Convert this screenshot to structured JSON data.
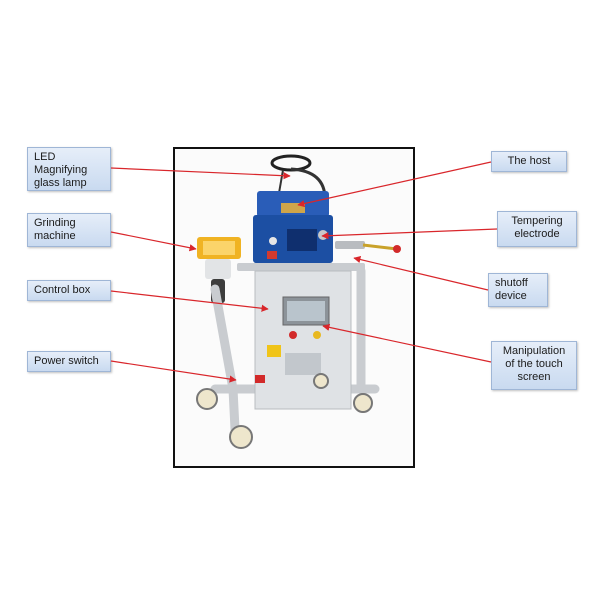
{
  "labels": {
    "led_lamp": "LED Magnifying glass lamp",
    "grinding_machine": "Grinding machine",
    "control_box": "Control box",
    "power_switch": "Power switch",
    "the_host": "The host",
    "tempering_electrode": "Tempering electrode",
    "shutoff_device": "shutoff device",
    "touch_screen": "Manipulation of the touch screen"
  },
  "colors": {
    "leader_line": "#d9262b",
    "host_blue": "#1c4fa3",
    "grinder_yellow": "#f0b323",
    "frame_grey": "#c9ccd0",
    "cabinet_grey": "#dfe2e5",
    "wheel_beige": "#eee6cc"
  }
}
